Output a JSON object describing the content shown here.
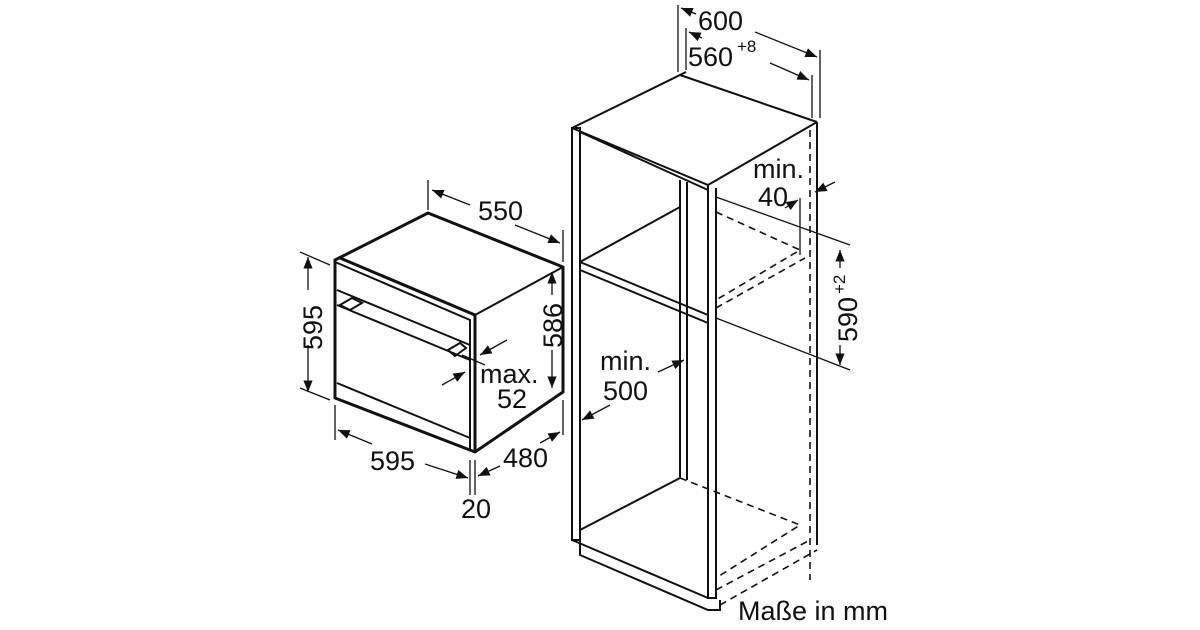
{
  "oven": {
    "depth_label": "550",
    "height_label": "595",
    "inner_height_label": "586",
    "handle_label_1": "max.",
    "handle_label_2": "52",
    "width_label": "595",
    "body_depth_label": "480",
    "front_thickness_label": "20"
  },
  "cabinet": {
    "outer_width_label": "600",
    "inner_width_label": "560",
    "inner_width_tolerance": "+8",
    "gap_label_1": "min.",
    "gap_label_2": "40",
    "niche_height_label": "590",
    "niche_height_tolerance": "+2",
    "depth_label_1": "min.",
    "depth_label_2": "500"
  },
  "units_note": "Maße in mm"
}
